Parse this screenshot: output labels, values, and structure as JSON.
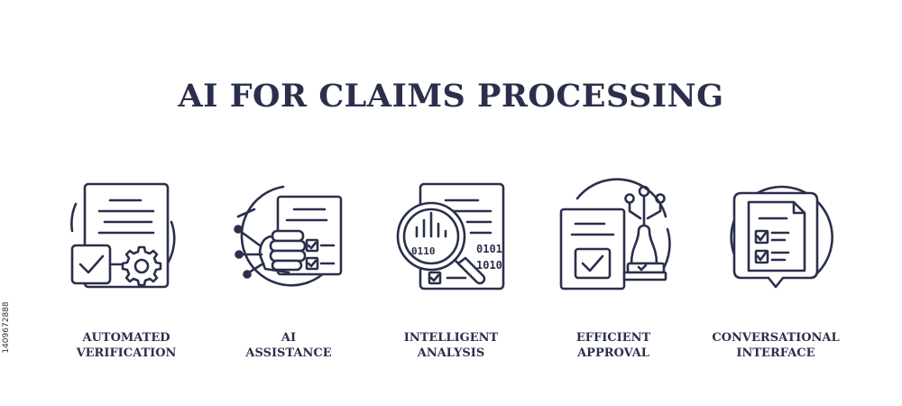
{
  "title": "AI FOR CLAIMS PROCESSING",
  "stock_id": "1409672888",
  "colors": {
    "ink": "#2b2f4c",
    "background": "#ffffff"
  },
  "items": [
    {
      "icon": "document-checkmark-gear-icon",
      "label_lines": [
        "AUTOMATED",
        "VERIFICATION"
      ]
    },
    {
      "icon": "robot-hand-document-icon",
      "label_lines": [
        "AI",
        "ASSISTANCE"
      ]
    },
    {
      "icon": "magnifier-data-document-icon",
      "label_lines": [
        "INTELLIGENT",
        "ANALYSIS"
      ]
    },
    {
      "icon": "document-stamp-approval-icon",
      "label_lines": [
        "EFFICIENT",
        "APPROVAL"
      ]
    },
    {
      "icon": "chat-bubble-checklist-icon",
      "label_lines": [
        "CONVERSATIONAL",
        "INTERFACE"
      ]
    }
  ]
}
